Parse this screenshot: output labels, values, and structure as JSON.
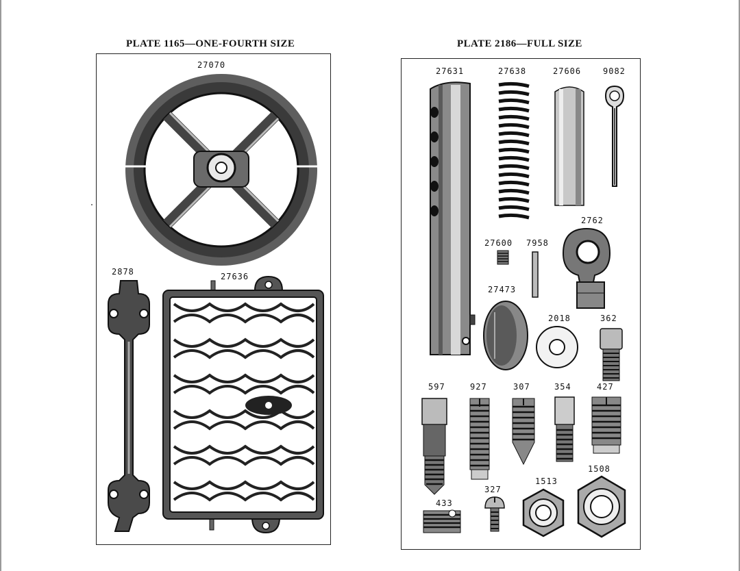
{
  "plates": [
    {
      "title": "PLATE 1165—ONE-FOURTH SIZE"
    },
    {
      "title": "PLATE 2186—FULL SIZE"
    }
  ],
  "left_plate_labels": {
    "wheel": "27070",
    "bar": "2878",
    "grate": "27636"
  },
  "right_plate_labels": {
    "tube": "27631",
    "spring": "27638",
    "rod": "27606",
    "cotter_pin": "9082",
    "eye_bolt": "2762",
    "set_screw_small": "27600",
    "pin": "7958",
    "disc": "27473",
    "washer": "2018",
    "screw_362": "362",
    "screw_597": "597",
    "screw_927": "927",
    "screw_307": "307",
    "screw_354": "354",
    "screw_427": "427",
    "nut_1508": "1508",
    "nut_1513": "1513",
    "screw_327": "327",
    "plug_433": "433"
  }
}
